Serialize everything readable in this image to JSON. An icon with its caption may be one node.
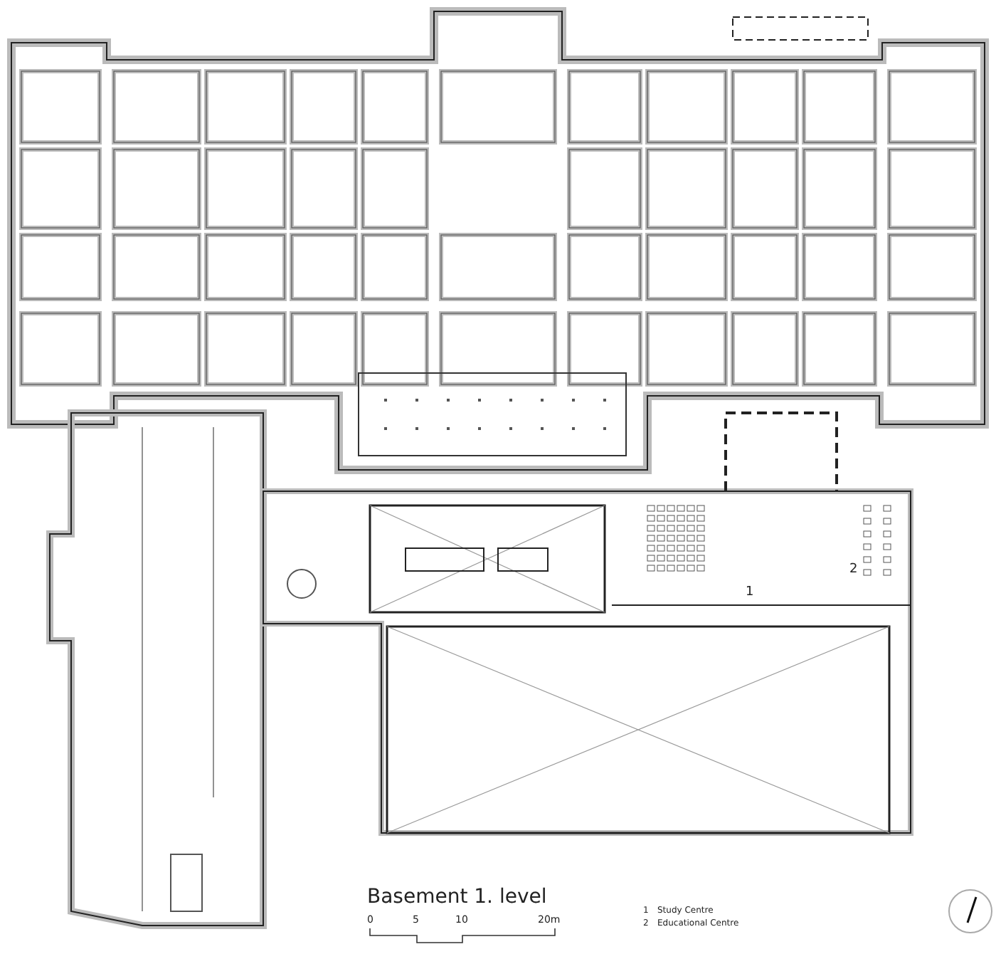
{
  "diagram": {
    "title": "Basement 1. level",
    "labels": [
      "1",
      "2",
      "0",
      "5",
      "10",
      "20m",
      "1",
      "Study Centre",
      "2",
      "Educational Centre"
    ]
  }
}
